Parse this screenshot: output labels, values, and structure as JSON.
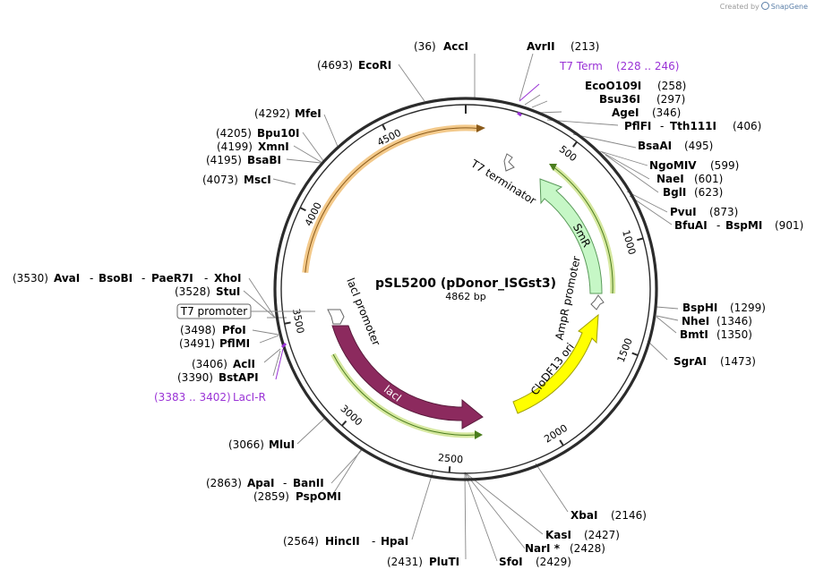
{
  "credit": {
    "text": "Created by",
    "brand": "SnapGene"
  },
  "plasmid": {
    "name": "pSL5200 (pDonor_ISGst3)",
    "size": "4862 bp",
    "length": 4862
  },
  "ticks": [
    "500",
    "1000",
    "1500",
    "2000",
    "2500",
    "3000",
    "3500",
    "4000",
    "4500"
  ],
  "colors": {
    "backbone": "#2b2b2b",
    "lacI": "#8c2a5e",
    "CloDF13_ori": "#ffff00",
    "SmR": "#c6f7c6",
    "aux_arc": "#d6e8a0",
    "aux_stroke": "#4b7d1e",
    "orange_arc": "#f3c98a",
    "feature_purple": "#9a33d6"
  },
  "enzymes": [
    {
      "name": "AccI",
      "pos": "(36)"
    },
    {
      "name": "AvrII",
      "pos": "(213)"
    },
    {
      "name": "EcoO109I",
      "pos": "(258)"
    },
    {
      "name": "Bsu36I",
      "pos": "(297)"
    },
    {
      "name": "AgeI",
      "pos": "(346)"
    },
    {
      "name": "PflFI",
      "name2": "Tth111I",
      "pos": "(406)"
    },
    {
      "name": "BsaAI",
      "pos": "(495)"
    },
    {
      "name": "NgoMIV",
      "pos": "(599)"
    },
    {
      "name": "NaeI",
      "pos": "(601)"
    },
    {
      "name": "BglI",
      "pos": "(623)"
    },
    {
      "name": "PvuI",
      "pos": "(873)"
    },
    {
      "name": "BfuAI",
      "name2": "BspMI",
      "pos": "(901)"
    },
    {
      "name": "BspHI",
      "pos": "(1299)"
    },
    {
      "name": "NheI",
      "pos": "(1346)"
    },
    {
      "name": "BmtI",
      "pos": "(1350)"
    },
    {
      "name": "SgrAI",
      "pos": "(1473)"
    },
    {
      "name": "XbaI",
      "pos": "(2146)"
    },
    {
      "name": "KasI",
      "pos": "(2427)"
    },
    {
      "name": "NarI *",
      "pos": "(2428)"
    },
    {
      "name": "SfoI",
      "pos": "(2429)"
    },
    {
      "name": "PluTI",
      "pos": "(2431)"
    },
    {
      "name": "HincII",
      "name2": "HpaI",
      "pos": "(2564)"
    },
    {
      "name": "ApaI",
      "name2": "BanII",
      "pos": "(2863)"
    },
    {
      "name": "PspOMI",
      "pos": "(2859)"
    },
    {
      "name": "MluI",
      "pos": "(3066)"
    },
    {
      "name": "BstAPI",
      "pos": "(3390)"
    },
    {
      "name": "AclI",
      "pos": "(3406)"
    },
    {
      "name": "PflMI",
      "pos": "(3491)"
    },
    {
      "name": "PfoI",
      "pos": "(3498)"
    },
    {
      "name": "StuI",
      "pos": "(3528)"
    },
    {
      "name": "AvaI",
      "name2": "BsoBI",
      "name3": "PaeR7I",
      "name4": "XhoI",
      "pos": "(3530)"
    },
    {
      "name": "MscI",
      "pos": "(4073)"
    },
    {
      "name": "BsaBI",
      "pos": "(4195)"
    },
    {
      "name": "XmnI",
      "pos": "(4199)"
    },
    {
      "name": "Bpu10I",
      "pos": "(4205)"
    },
    {
      "name": "MfeI",
      "pos": "(4292)"
    },
    {
      "name": "EcoRI",
      "pos": "(4693)"
    }
  ],
  "features": {
    "t7_term": {
      "name": "T7 Term",
      "range": "(228 .. 246)"
    },
    "laci_r": {
      "name": "LacI-R",
      "range": "(3383 .. 3402)"
    },
    "t7_terminator": "T7 terminator",
    "smr": "SmR",
    "ampr_promoter": "AmpR promoter",
    "clodf13_ori": "CloDF13 ori",
    "laci": "lacI",
    "laci_promoter": "lacI promoter",
    "t7_promoter": "T7 promoter"
  }
}
